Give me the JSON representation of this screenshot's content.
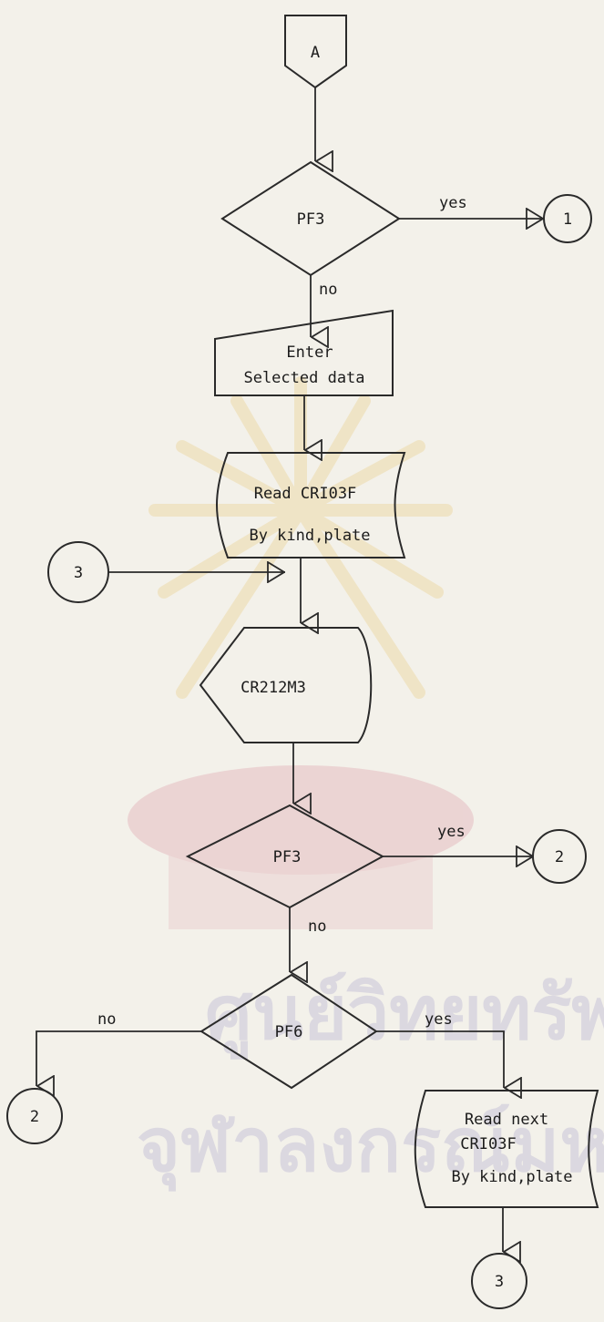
{
  "connectors": {
    "entry": "A",
    "exit_1": "1",
    "exit_2_top": "2",
    "exit_2_left": "2",
    "entry_3": "3",
    "exit_3": "3"
  },
  "decisions": {
    "pf3_first": "PF3",
    "pf3_second": "PF3",
    "pf6": "PF6"
  },
  "processes": {
    "enter_line1": "Enter",
    "enter_line2": "Selected data",
    "read_line1": "Read CRI03F",
    "read_line2": "By kind,plate",
    "display": "CR212M3",
    "read_next_line1": "Read  next",
    "read_next_line2": "CRI03F",
    "read_next_line3": "By kind,plate"
  },
  "labels": {
    "yes_1": "yes",
    "no_1": "no",
    "yes_2": "yes",
    "no_2": "no",
    "no_3": "no",
    "yes_3": "yes"
  },
  "watermark": {
    "line1": "ศูนย์วิทยทรัพยากร",
    "line2": "จุฬาลงกรณ์มหาวิทยาลัย"
  },
  "colors": {
    "ink": "#2a2a2a",
    "paper": "#f3f1ea",
    "watermark_gold": "#e8c46a",
    "watermark_red": "#d98a9a",
    "watermark_text": "#c9c5d8"
  }
}
